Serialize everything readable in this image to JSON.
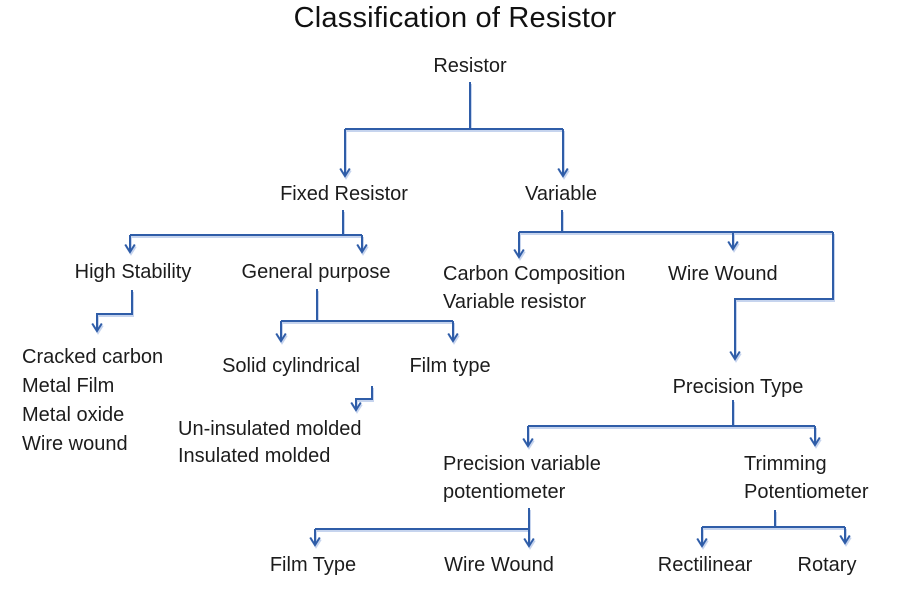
{
  "diagram": {
    "title": "Classification of Resistor",
    "root": "Resistor",
    "colors": {
      "line": "#2f5da8",
      "line_echo": "#c6d4ee",
      "text": "#1c1c1c"
    },
    "nodes": {
      "fixed_resistor": "Fixed Resistor",
      "variable": "Variable",
      "high_stability": "High Stability",
      "general_purpose": "General purpose",
      "high_stability_types": [
        "Cracked carbon",
        "Metal Film",
        "Metal oxide",
        "Wire wound"
      ],
      "solid_cylindrical": "Solid cylindrical",
      "film_type_general": "Film type",
      "solid_cylindrical_types": [
        "Un-insulated molded",
        "Insulated molded"
      ],
      "carbon_composition": [
        "Carbon Composition",
        "Variable resistor"
      ],
      "wire_wound_variable": "Wire Wound",
      "precision_type": "Precision Type",
      "precision_variable_potentiometer": [
        "Precision variable",
        "potentiometer"
      ],
      "trimming_potentiometer": [
        "Trimming",
        "Potentiometer"
      ],
      "film_type_precision": "Film Type",
      "wire_wound_precision": "Wire Wound",
      "rectilinear": "Rectilinear",
      "rotary": "Rotary"
    }
  }
}
